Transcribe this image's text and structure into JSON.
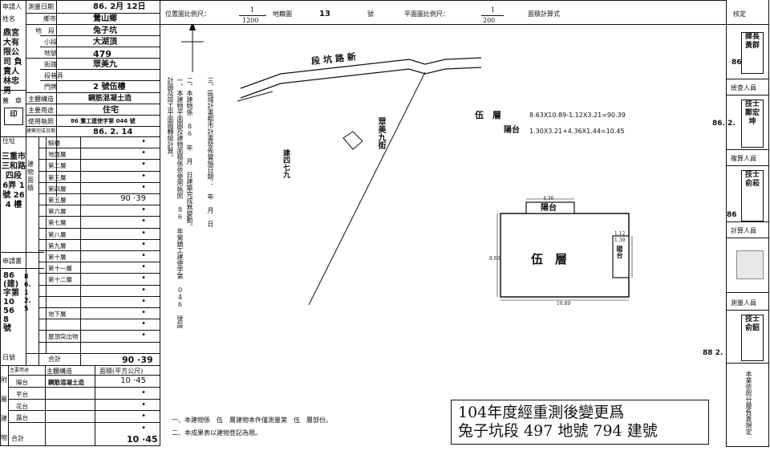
{
  "left": {
    "header": {
      "applicant_label": "申請人",
      "name_label": "姓名",
      "survey_date_label": "測量日期",
      "survey_date": "86. 2月 12日",
      "township_label": "鄉市",
      "township": "鶯山鄉",
      "section_label": "段",
      "section": "兔子坑",
      "subsection_label": "小段",
      "subsection": "大湖頂",
      "lot_label": "地號",
      "lot": "479",
      "street_label": "街路",
      "street": "眾美九",
      "lane_label": "段巷弄",
      "number_label": "門牌",
      "number": "2 號伍樓",
      "structure_label": "主體構造",
      "structure": "鋼筋混凝土造",
      "use_label": "主要用途",
      "use": "住宅",
      "license_label": "使用執照",
      "license": "86 鶯工建使字第 046 號",
      "completion_label": "建築完成日期",
      "completion_date": "86. 2. 14"
    },
    "applicant_name": "鼎宮大有限公司 負責人 林忠男",
    "applicant_chars": [
      "鼎",
      "宮",
      "大",
      "有",
      "限",
      "公",
      "司"
    ],
    "floors_label": "建物面積",
    "address_label": "住址",
    "address_text": "三重市三和路四段 6弄 1號 264 樓",
    "floors": [
      {
        "label": "騎樓",
        "value": "•"
      },
      {
        "label": "地面層",
        "value": "•"
      },
      {
        "label": "第二層",
        "value": "•"
      },
      {
        "label": "第三層",
        "value": "•"
      },
      {
        "label": "第四層",
        "value": "•"
      },
      {
        "label": "第五層",
        "value": "90 ·39"
      },
      {
        "label": "第六層",
        "value": "•"
      },
      {
        "label": "第七層",
        "value": "•"
      },
      {
        "label": "第八層",
        "value": "•"
      },
      {
        "label": "第九層",
        "value": "•"
      },
      {
        "label": "第十層",
        "value": "•"
      },
      {
        "label": "第十一層",
        "value": "•"
      },
      {
        "label": "第十二層",
        "value": "•"
      },
      {
        "label": "",
        "value": "•"
      },
      {
        "label": "",
        "value": "•"
      },
      {
        "label": "地下層",
        "value": "•"
      },
      {
        "label": "",
        "value": "•"
      },
      {
        "label": "屋頂突出物",
        "value": "•"
      }
    ],
    "total_label": "合計",
    "total_value": "90 ·39",
    "application_label": "申請書",
    "application_number": "86 (建)字第 10568 號",
    "application_date": "86. 12. 5",
    "date_label": "日號",
    "appurtenance": {
      "header": [
        "主要用途",
        "主體構造",
        "面積(平方公尺)"
      ],
      "rows": [
        {
          "use": "陽台",
          "structure": "鋼筋混凝土造",
          "area": "10 ·45"
        },
        {
          "use": "平台",
          "structure": "",
          "area": "•"
        },
        {
          "use": "花台",
          "structure": "",
          "area": "•"
        },
        {
          "use": "露台",
          "structure": "",
          "area": "•"
        },
        {
          "use": "",
          "structure": "",
          "area": "•"
        }
      ],
      "total_label": "合計",
      "total": "10 ·45",
      "side_label": "附屬建物"
    }
  },
  "top": {
    "scale_label": "位置圖比例尺：",
    "scale_num": "1",
    "scale_den": "1200",
    "map_label": "地籍圖",
    "map_number": "13",
    "map_suffix": "號",
    "plan_scale_label": "平面圖比例尺：",
    "plan_scale_num": "1",
    "plan_scale_den": "200",
    "area_calc_label": "面積計算式"
  },
  "notes_vertical": {
    "n1": "一、本建物平面圖及建物面積係依使用執照 86 年鶯鎮工建使字第 046 號設計圖及竣工平面圖轉繪計算。",
    "n2": "二、本建物係 86 年 月 日建築完成無變動。",
    "n3": "三、區域計畫都市計畫發佈實施日期：   年   月   日"
  },
  "site": {
    "road_label": "段坑路新",
    "street_label": "眾美九街",
    "building_label": "建四七九",
    "note": "陽台"
  },
  "calc": {
    "floor_label": "伍　層",
    "floor_formula": "8.63X10.89-1.12X3.21=90.39",
    "balcony_label": "陽台",
    "balcony_formula": "1.30X3.21+4.36X1.44=10.45"
  },
  "plan": {
    "top_dim": "4.36",
    "balcony_top": "陽台",
    "side_dim1": "1.12",
    "side_dim2": "1.30",
    "balcony_side": "陽台",
    "floor_name": "伍　層",
    "height_dim": "8.63",
    "width_dim": "10.89"
  },
  "bottom_notes": {
    "line1": "一、本建物係　伍　層建物本件僅測量第　伍　層部份。",
    "line2": "二、本成果表以建物登記為限。"
  },
  "stamp_box": {
    "line1": "104年度經重測後變更爲",
    "line2": "兔子坑段 497 地號 794 建號"
  },
  "right": {
    "approve_label": "核定",
    "section_chief_stamp": "課長黃群",
    "date1": "86",
    "checker_label": "檢查人員",
    "checker_stamp": "技士鄭宏坤",
    "date2": "86. 2.",
    "surveyor_label": "複算人員",
    "surveyor_stamp": "技士俞菘",
    "date3": "86",
    "calculator_label": "計算人員",
    "measurer_label": "測量人員",
    "measurer_stamp": "技士俞韶",
    "date4": "88 2.",
    "footer_note": "本業依照分層負責規定"
  }
}
